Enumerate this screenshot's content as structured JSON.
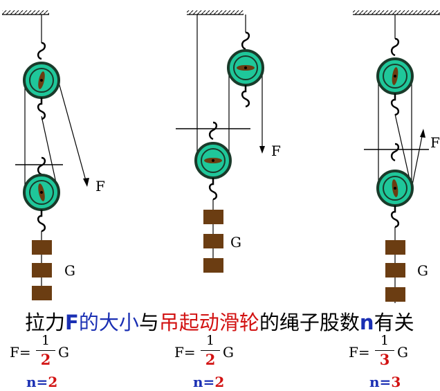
{
  "labels": {
    "force": "F",
    "weight": "G"
  },
  "caption": {
    "part1": "拉力",
    "part2": "F",
    "part3": "的大小",
    "part4": "与",
    "part5": "吊起",
    "part6": "动滑轮",
    "part7": "的绳子股数",
    "part8": "n",
    "part9": "有关"
  },
  "formulas": [
    {
      "lhs": "F=",
      "numerator": "1",
      "denominator": "2",
      "rhs": "G",
      "n_label": "n=",
      "n_value": "2"
    },
    {
      "lhs": "F=",
      "numerator": "1",
      "denominator": "2",
      "rhs": "G",
      "n_label": "n=",
      "n_value": "2"
    },
    {
      "lhs": "F=",
      "numerator": "1",
      "denominator": "3",
      "rhs": "G",
      "n_label": "n=",
      "n_value": "3"
    }
  ],
  "colors": {
    "pulley_green": "#1fc79a",
    "pulley_rim": "#1a3a2a",
    "block_brown": "#6b3d12",
    "caption_blue": "#1a2fb3",
    "caption_red": "#d21212"
  }
}
